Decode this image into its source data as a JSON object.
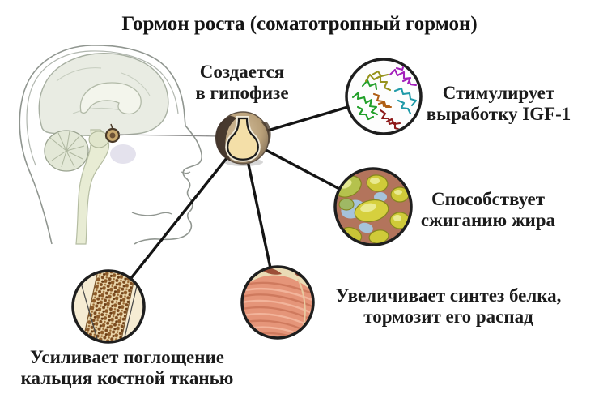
{
  "title": "Гормон роста (соматотропный гормон)",
  "source": {
    "line1": "Создается",
    "line2": "в гипофизе"
  },
  "effects": {
    "igf1": {
      "line1": "Стимулирует",
      "line2": "выработку IGF-1"
    },
    "fat": {
      "line1": "Способствует",
      "line2": "сжиганию жира"
    },
    "protein": {
      "line1": "Увеличивает синтез белка,",
      "line2": "тормозит его распад"
    },
    "bone": {
      "line1": "Усиливает поглощение",
      "line2": "кальция костной тканью"
    }
  },
  "images": {
    "head": "sagittal-head-with-brain-illustration",
    "node": "pituitary-gland-cross-section",
    "igf1": "igf1-protein-molecule",
    "fat": "adipose-fat-cells-micrograph",
    "protein": "muscle-fibers",
    "bone": "bone-tissue-cross-section"
  },
  "colors": {
    "background": "#ffffff",
    "text": "#1b1b1b",
    "connector_line": "#141414",
    "thin_pointer_line": "#8d8d8d",
    "circle_ring": "#1e1e1e"
  }
}
